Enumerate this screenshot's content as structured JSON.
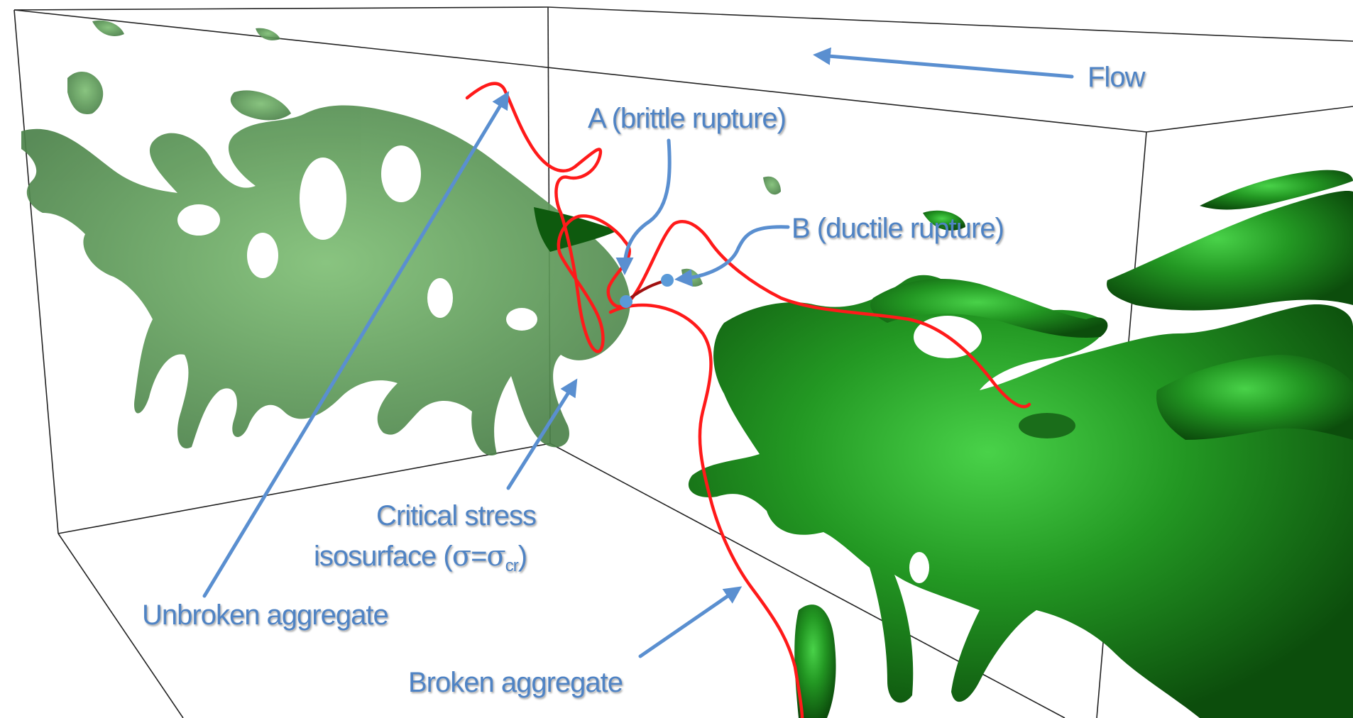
{
  "labels": {
    "flow": "Flow",
    "point_a": "A (brittle rupture)",
    "point_b": "B (ductile rupture)",
    "critical_line1": "Critical stress",
    "critical_line2_prefix": "isosurface (",
    "critical_sigma": "σ",
    "critical_equals": "=",
    "critical_sigma2": "σ",
    "critical_sub": "cr",
    "critical_suffix": ")",
    "unbroken": "Unbroken aggregate",
    "broken": "Broken aggregate"
  },
  "colors": {
    "annotation": "#4f83c4",
    "aggregate_trace": "#ff1a1a",
    "isosurface_far": "#5f9a5a",
    "isosurface_near": "#1f7a1f",
    "marker": "#5a9ad8"
  }
}
